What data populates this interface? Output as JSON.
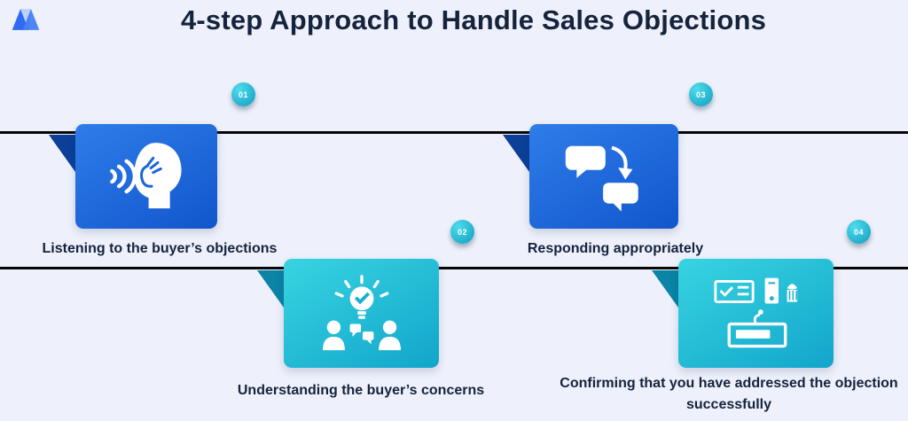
{
  "page": {
    "title": "4-step Approach to Handle Sales Objections"
  },
  "steps": [
    {
      "number": "01",
      "label": "Listening to the buyer’s objections",
      "icon": "listening-icon",
      "card_color": "blue"
    },
    {
      "number": "02",
      "label": "Understanding the buyer’s concerns",
      "icon": "idea-discussion-icon",
      "card_color": "cyan"
    },
    {
      "number": "03",
      "label": "Responding appropriately",
      "icon": "chat-reply-icon",
      "card_color": "blue"
    },
    {
      "number": "04",
      "label": "Confirming that you have addressed the objection successfully",
      "icon": "desk-confirmation-icon",
      "card_color": "cyan"
    }
  ],
  "colors": {
    "background": "#eef1fb",
    "text": "#15233c",
    "line": "#070707",
    "blue_start": "#1156cc",
    "blue_end": "#2f7de9",
    "blue_fold": "#0c3f98",
    "cyan_start": "#12a5cb",
    "cyan_end": "#38d4e1",
    "cyan_fold": "#0b84a6",
    "badge_start": "#0f9ec2",
    "badge_end": "#4fdbea",
    "logo_blue": "#2e6bf2"
  }
}
